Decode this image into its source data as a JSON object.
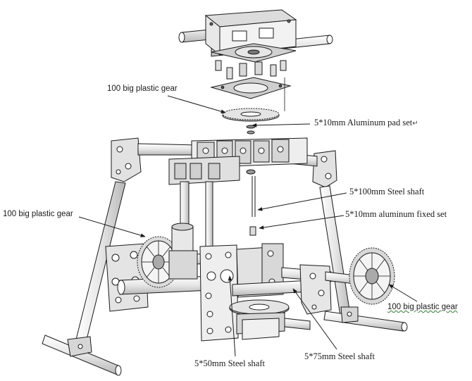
{
  "labels": {
    "gear_top": "100 big plastic gear",
    "pad_set": "5*10mm Aluminum pad set",
    "pad_set_mark": "↵",
    "shaft_100": "5*100mm Steel shaft",
    "fixed_set": "5*10mm aluminum fixed set",
    "gear_left": "100 big plastic gear",
    "gear_right": "100 big plastic gear",
    "shaft_50": "5*50mm Steel shaft",
    "shaft_75": "5*75mm Steel shaft"
  },
  "colors": {
    "line": "#1a1a1a",
    "part_fill": "#eaeaea",
    "part_dark": "#9a9a9a",
    "rod_fill": "#f4f4f4"
  }
}
